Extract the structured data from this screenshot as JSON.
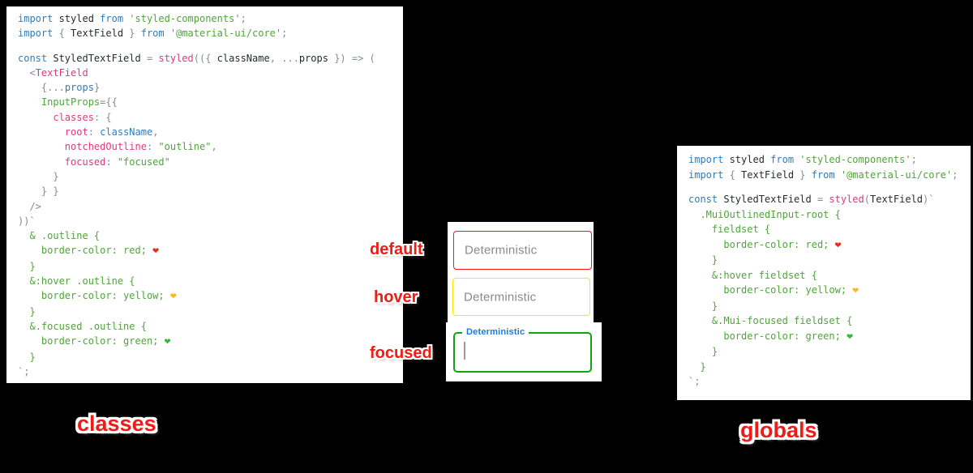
{
  "colors": {
    "background": "#000000",
    "keyword": "#2d7cbc",
    "plain": "#262b30",
    "pink": "#e0397a",
    "string": "#4fa43a",
    "punct": "#848b93",
    "ident": "#2d7cbc",
    "heart_red": "#ec2b20",
    "heart_yellow": "#f7b825",
    "heart_green": "#35bb3c",
    "label_red": "#ee1c16",
    "placeholder_gray": "#8a8a8a",
    "focused_label_blue": "#1f78e0",
    "border_default": "#ff1414",
    "border_hover": "#ffe600",
    "border_focused": "#12a312",
    "caret_gray": "#9a9a9a"
  },
  "classes_panel": {
    "name": "classes code snippet",
    "lines": [
      [
        {
          "t": "import ",
          "c": "k"
        },
        {
          "t": "styled ",
          "c": "p"
        },
        {
          "t": "from ",
          "c": "k"
        },
        {
          "t": "'styled-components'",
          "c": "s"
        },
        {
          "t": ";",
          "c": "u"
        }
      ],
      [
        {
          "t": "import ",
          "c": "k"
        },
        {
          "t": "{ ",
          "c": "u"
        },
        {
          "t": "TextField ",
          "c": "p"
        },
        {
          "t": "} ",
          "c": "u"
        },
        {
          "t": "from ",
          "c": "k"
        },
        {
          "t": "'@material-ui/core'",
          "c": "s"
        },
        {
          "t": ";",
          "c": "u"
        }
      ],
      [],
      [
        {
          "t": "const ",
          "c": "k"
        },
        {
          "t": "StyledTextField ",
          "c": "p"
        },
        {
          "t": "= ",
          "c": "u"
        },
        {
          "t": "styled",
          "c": "f"
        },
        {
          "t": "(({ ",
          "c": "u"
        },
        {
          "t": "className",
          "c": "p"
        },
        {
          "t": ", ...",
          "c": "u"
        },
        {
          "t": "props ",
          "c": "p"
        },
        {
          "t": "}) => (",
          "c": "u"
        }
      ],
      [
        {
          "t": "  ",
          "c": "p"
        },
        {
          "t": "<",
          "c": "u"
        },
        {
          "t": "TextField",
          "c": "f"
        }
      ],
      [
        {
          "t": "    ",
          "c": "p"
        },
        {
          "t": "{...",
          "c": "u"
        },
        {
          "t": "props",
          "c": "b"
        },
        {
          "t": "}",
          "c": "u"
        }
      ],
      [
        {
          "t": "    ",
          "c": "p"
        },
        {
          "t": "InputProps",
          "c": "g"
        },
        {
          "t": "={{",
          "c": "u"
        }
      ],
      [
        {
          "t": "      ",
          "c": "p"
        },
        {
          "t": "classes",
          "c": "f"
        },
        {
          "t": ": {",
          "c": "u"
        }
      ],
      [
        {
          "t": "        ",
          "c": "p"
        },
        {
          "t": "root",
          "c": "f"
        },
        {
          "t": ": ",
          "c": "u"
        },
        {
          "t": "className",
          "c": "b"
        },
        {
          "t": ",",
          "c": "u"
        }
      ],
      [
        {
          "t": "        ",
          "c": "p"
        },
        {
          "t": "notchedOutline",
          "c": "f"
        },
        {
          "t": ": ",
          "c": "u"
        },
        {
          "t": "\"outline\"",
          "c": "s"
        },
        {
          "t": ",",
          "c": "u"
        }
      ],
      [
        {
          "t": "        ",
          "c": "p"
        },
        {
          "t": "focused",
          "c": "f"
        },
        {
          "t": ": ",
          "c": "u"
        },
        {
          "t": "\"focused\"",
          "c": "s"
        }
      ],
      [
        {
          "t": "      }",
          "c": "u"
        }
      ],
      [
        {
          "t": "    } }",
          "c": "u"
        }
      ],
      [
        {
          "t": "  />",
          "c": "u"
        }
      ],
      [
        {
          "t": "))`",
          "c": "u"
        }
      ],
      [
        {
          "t": "  & .outline {",
          "c": "g"
        }
      ],
      [
        {
          "t": "    border-color: red; ",
          "c": "g"
        },
        {
          "t": "❤",
          "c": "r"
        }
      ],
      [
        {
          "t": "  }",
          "c": "g"
        }
      ],
      [
        {
          "t": "  &:hover .outline {",
          "c": "g"
        }
      ],
      [
        {
          "t": "    border-color: yellow; ",
          "c": "g"
        },
        {
          "t": "❤",
          "c": "y"
        }
      ],
      [
        {
          "t": "  }",
          "c": "g"
        }
      ],
      [
        {
          "t": "  &.focused .outline {",
          "c": "g"
        }
      ],
      [
        {
          "t": "    border-color: green; ",
          "c": "g"
        },
        {
          "t": "❤",
          "c": "n"
        }
      ],
      [
        {
          "t": "  }",
          "c": "g"
        }
      ],
      [
        {
          "t": "`;",
          "c": "u"
        }
      ]
    ]
  },
  "globals_panel": {
    "name": "globals code snippet",
    "lines": [
      [
        {
          "t": "import ",
          "c": "k"
        },
        {
          "t": "styled ",
          "c": "p"
        },
        {
          "t": "from ",
          "c": "k"
        },
        {
          "t": "'styled-components'",
          "c": "s"
        },
        {
          "t": ";",
          "c": "u"
        }
      ],
      [
        {
          "t": "import ",
          "c": "k"
        },
        {
          "t": "{ ",
          "c": "u"
        },
        {
          "t": "TextField ",
          "c": "p"
        },
        {
          "t": "} ",
          "c": "u"
        },
        {
          "t": "from ",
          "c": "k"
        },
        {
          "t": "'@material-ui/core'",
          "c": "s"
        },
        {
          "t": ";",
          "c": "u"
        }
      ],
      [],
      [
        {
          "t": "const ",
          "c": "k"
        },
        {
          "t": "StyledTextField ",
          "c": "p"
        },
        {
          "t": "= ",
          "c": "u"
        },
        {
          "t": "styled",
          "c": "f"
        },
        {
          "t": "(",
          "c": "u"
        },
        {
          "t": "TextField",
          "c": "p"
        },
        {
          "t": ")`",
          "c": "u"
        }
      ],
      [
        {
          "t": "  .MuiOutlinedInput-root {",
          "c": "g"
        }
      ],
      [
        {
          "t": "    fieldset {",
          "c": "g"
        }
      ],
      [
        {
          "t": "      border-color: red; ",
          "c": "g"
        },
        {
          "t": "❤",
          "c": "r"
        }
      ],
      [
        {
          "t": "    }",
          "c": "g"
        }
      ],
      [
        {
          "t": "    &:hover fieldset {",
          "c": "g"
        }
      ],
      [
        {
          "t": "      border-color: yellow; ",
          "c": "g"
        },
        {
          "t": "❤",
          "c": "y"
        }
      ],
      [
        {
          "t": "    }",
          "c": "g"
        }
      ],
      [
        {
          "t": "    &.Mui-focused fieldset {",
          "c": "g"
        }
      ],
      [
        {
          "t": "      border-color: green; ",
          "c": "g"
        },
        {
          "t": "❤",
          "c": "n"
        }
      ],
      [
        {
          "t": "    }",
          "c": "g"
        }
      ],
      [
        {
          "t": "  }",
          "c": "g"
        }
      ],
      [
        {
          "t": "`;",
          "c": "u"
        }
      ]
    ]
  },
  "middle": {
    "state_labels": {
      "default": "default",
      "hover": "hover",
      "focused": "focused"
    },
    "fields": {
      "default": {
        "placeholder": "Deterministic",
        "border": "#ff1414"
      },
      "hover": {
        "placeholder": "Deterministic",
        "border": "#ffe600"
      },
      "focused": {
        "label": "Deterministic",
        "border": "#12a312",
        "value": ""
      }
    }
  },
  "captions": {
    "left": "classes",
    "right": "globals"
  }
}
